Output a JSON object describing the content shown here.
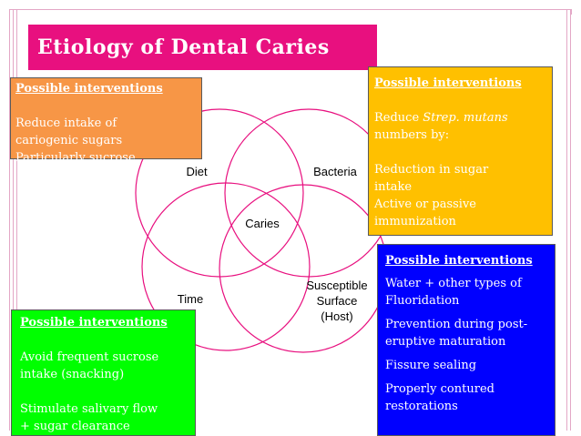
{
  "title": "Etiology of Dental Caries",
  "venn": {
    "diet": "Diet",
    "bacteria": "Bacteria",
    "caries": "Caries",
    "time": "Time",
    "surface_line1": "Susceptible",
    "surface_line2": "Surface",
    "surface_line3": "(Host)"
  },
  "colors": {
    "title_bg": "#e8107f",
    "orange": "#f79646",
    "yellow": "#ffc000",
    "blue": "#0000ff",
    "green": "#00ff00"
  },
  "boxes": {
    "diet": {
      "header": "Possible interventions",
      "line1": "Reduce intake of",
      "line2": "cariogenic sugars",
      "line3": "Particularly sucrose"
    },
    "bacteria": {
      "header": "Possible interventions",
      "line1_pre": "Reduce ",
      "line1_italic": "Strep. mutans",
      "line2": "numbers by:",
      "line3": "Reduction in sugar",
      "line4": "intake",
      "line5": "Active or passive",
      "line6": "immunization"
    },
    "host": {
      "header": "Possible interventions",
      "line1": "Water + other types of",
      "line2": "Fluoridation",
      "line3": "Prevention during post-",
      "line4": "eruptive maturation",
      "line5": "Fissure sealing",
      "line6": "Properly contured",
      "line7": "restorations"
    },
    "time": {
      "header": "Possible interventions",
      "line1": "Avoid frequent sucrose",
      "line2": "intake (snacking)",
      "line3": "Stimulate salivary flow",
      "line4": "+ sugar clearance"
    }
  }
}
